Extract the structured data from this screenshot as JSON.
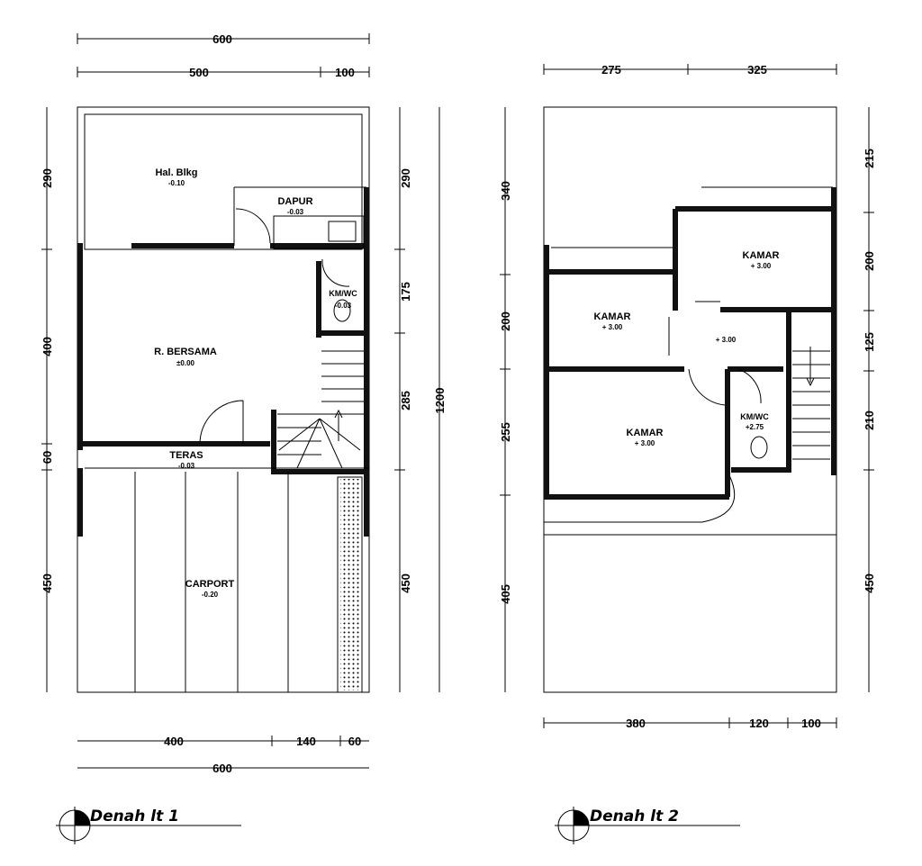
{
  "plans": [
    {
      "title": "Denah lt 1",
      "rooms": [
        {
          "name": "Hal. Blkg",
          "level": "-0.10"
        },
        {
          "name": "DAPUR",
          "level": "-0.03"
        },
        {
          "name": "KM/WC",
          "level": "-0.03"
        },
        {
          "name": "R. BERSAMA",
          "level": "±0.00"
        },
        {
          "name": "TERAS",
          "level": "-0.03"
        },
        {
          "name": "CARPORT",
          "level": "-0.20"
        }
      ],
      "dims_top": [
        "600",
        "500",
        "100"
      ],
      "dims_left": [
        "290",
        "400",
        "60",
        "450"
      ],
      "dims_right": [
        "290",
        "175",
        "285",
        "450",
        "1200"
      ],
      "dims_bottom": [
        "400",
        "140",
        "60",
        "600"
      ]
    },
    {
      "title": "Denah lt 2",
      "rooms": [
        {
          "name": "KAMAR",
          "level": "+ 3.00"
        },
        {
          "name": "KAMAR",
          "level": "+ 3.00"
        },
        {
          "name": "",
          "level": "+ 3.00"
        },
        {
          "name": "KAMAR",
          "level": "+ 3.00"
        },
        {
          "name": "KM/WC",
          "level": "+2.75"
        }
      ],
      "dims_top": [
        "275",
        "325"
      ],
      "dims_left": [
        "340",
        "200",
        "255",
        "405"
      ],
      "dims_right": [
        "215",
        "200",
        "125",
        "210",
        "450"
      ],
      "dims_bottom": [
        "380",
        "120",
        "100"
      ]
    }
  ]
}
